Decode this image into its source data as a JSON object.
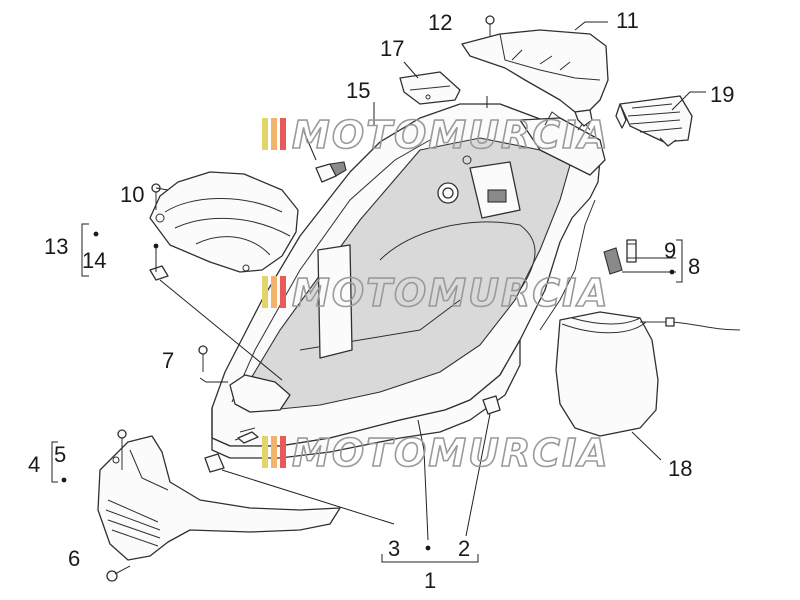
{
  "watermark": {
    "text": "MOTOMURCIA",
    "colors": [
      "#e2d66a",
      "#f2b36a",
      "#e85a5a",
      "#9a9a9a"
    ]
  },
  "callouts": {
    "n1": "1",
    "n2": "2",
    "n3": "3",
    "n4": "4",
    "n5": "5",
    "n6": "6",
    "n7": "7",
    "n8": "8",
    "n9": "9",
    "n10": "10",
    "n11": "11",
    "n12": "12",
    "n13": "13",
    "n14": "14",
    "n15": "15",
    "n17": "17",
    "n18": "18",
    "n19": "19"
  },
  "colors": {
    "line": "#303030",
    "fill": "#fbfbfb",
    "shade": "#d9d9d9"
  }
}
